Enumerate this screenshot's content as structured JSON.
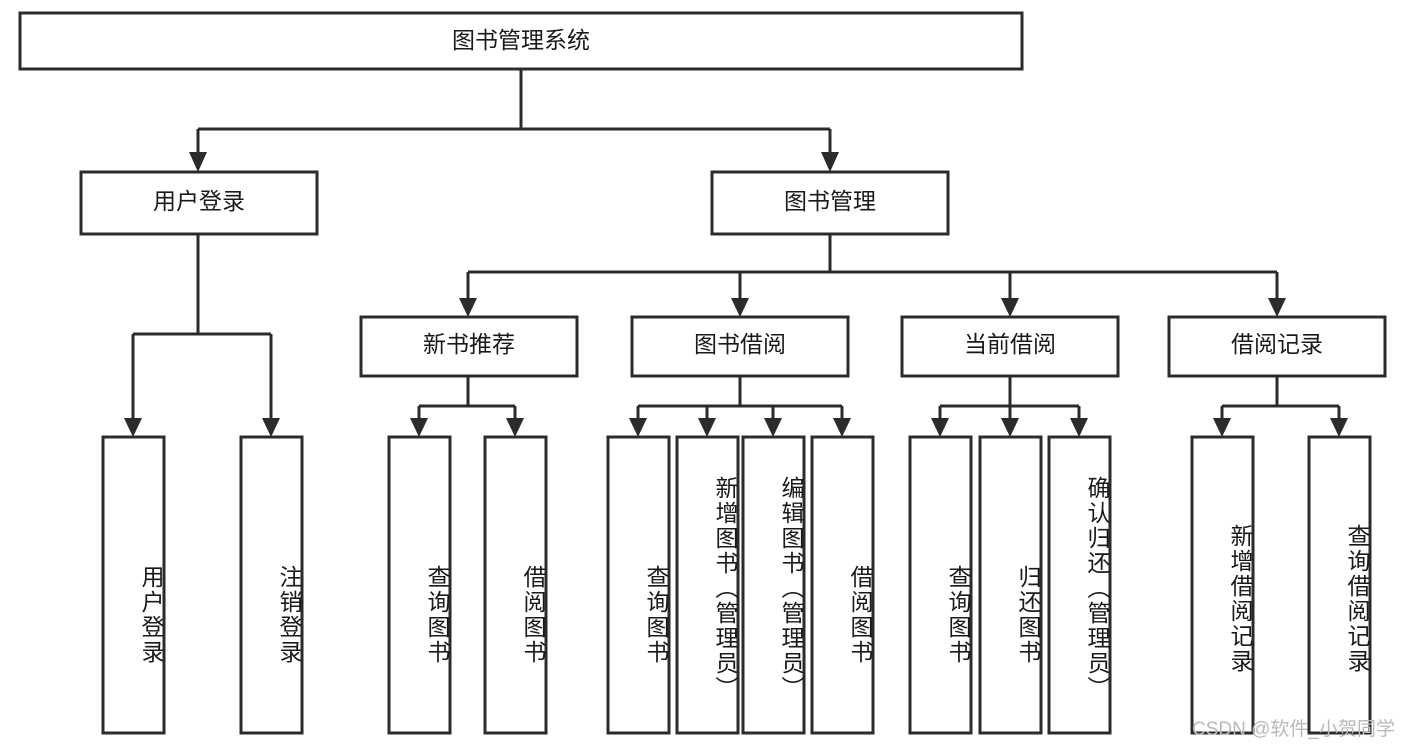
{
  "diagram": {
    "title": "图书管理系统",
    "type": "tree",
    "watermark": "CSDN @软件_小贺同学",
    "colors": {
      "stroke": "#2b2b2b",
      "fill": "#ffffff",
      "text": "#1a1a1a",
      "watermark": "#b9b9b9"
    },
    "levels": {
      "root": {
        "label": "图书管理系统"
      },
      "level2": [
        {
          "label": "用户登录"
        },
        {
          "label": "图书管理"
        }
      ],
      "level3": [
        {
          "label": "新书推荐"
        },
        {
          "label": "图书借阅"
        },
        {
          "label": "当前借阅"
        },
        {
          "label": "借阅记录"
        }
      ],
      "leaves": [
        {
          "label": "用户登录",
          "group": "用户登录"
        },
        {
          "label": "注销登录",
          "group": "用户登录"
        },
        {
          "label": "查询图书",
          "group": "新书推荐"
        },
        {
          "label": "借阅图书",
          "group": "新书推荐"
        },
        {
          "label": "查询图书",
          "group": "图书借阅"
        },
        {
          "label": "新增图书（管理员）",
          "group": "图书借阅"
        },
        {
          "label": "编辑图书（管理员）",
          "group": "图书借阅"
        },
        {
          "label": "借阅图书",
          "group": "图书借阅"
        },
        {
          "label": "查询图书",
          "group": "当前借阅"
        },
        {
          "label": "归还图书",
          "group": "当前借阅"
        },
        {
          "label": "确认归还（管理员）",
          "group": "当前借阅"
        },
        {
          "label": "新增借阅记录",
          "group": "借阅记录"
        },
        {
          "label": "查询借阅记录",
          "group": "借阅记录"
        }
      ]
    }
  }
}
